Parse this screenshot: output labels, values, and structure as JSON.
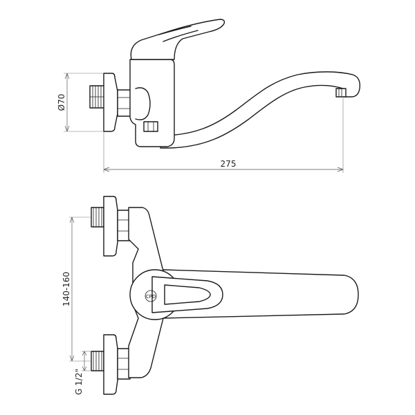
{
  "dimensions": {
    "rosette_diameter": "Ø70",
    "spout_reach": "275",
    "inlet_spacing": "140-160",
    "thread": "G 1/2\""
  },
  "logo": {
    "text": "CPD"
  },
  "colors": {
    "line": "#1a1a1a",
    "dimension": "#555555",
    "background": "#ffffff"
  }
}
